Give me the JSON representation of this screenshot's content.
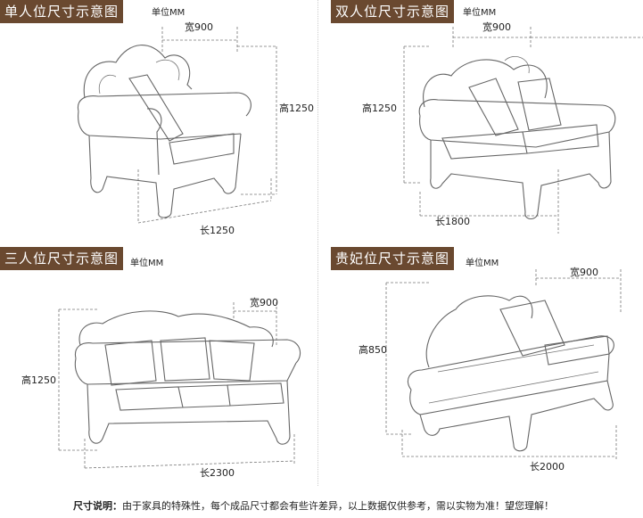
{
  "panels": [
    {
      "title": "单人位尺寸示意图",
      "unit": "单位MM",
      "width": "宽900",
      "height": "高1250",
      "length": "长1250"
    },
    {
      "title": "双人位尺寸示意图",
      "unit": "单位MM",
      "width": "宽900",
      "height": "高1250",
      "length": "长1800"
    },
    {
      "title": "三人位尺寸示意图",
      "unit": "单位MM",
      "width": "宽900",
      "height": "高1250",
      "length": "长2300"
    },
    {
      "title": "贵妃位尺寸示意图",
      "unit": "单位MM",
      "width": "宽900",
      "height": "高850",
      "length": "长2000"
    }
  ],
  "footer": {
    "label": "尺寸说明：",
    "text": "由于家具的特殊性，每个成品尺寸都会有些许差异，以上数据仅供参考，需以实物为准！望您理解！"
  },
  "colors": {
    "title_bg": "#6a4930",
    "line": "#666666"
  }
}
